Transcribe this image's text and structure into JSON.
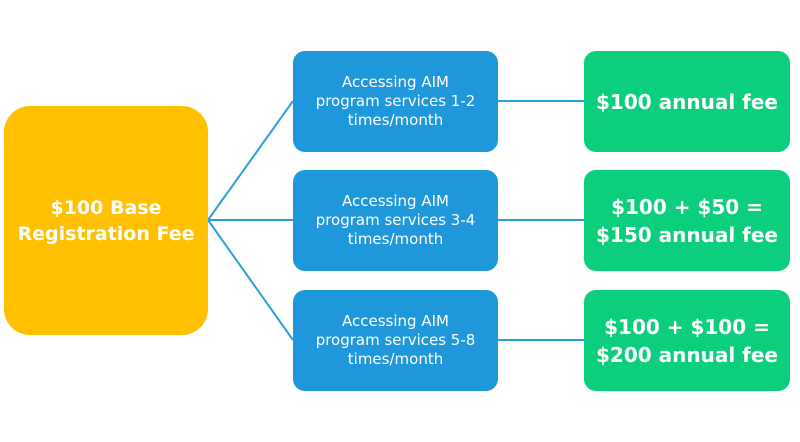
{
  "base": {
    "line1": "$100 Base",
    "line2": "Registration Fee"
  },
  "tiers": [
    {
      "line1": "Accessing AIM",
      "line2": "program services 1-2",
      "line3": "times/month",
      "fee_line1": "$100 annual fee",
      "fee_line2": ""
    },
    {
      "line1": "Accessing AIM",
      "line2": "program services 3-4",
      "line3": "times/month",
      "fee_line1": "$100 + $50 =",
      "fee_line2": "$150 annual fee"
    },
    {
      "line1": "Accessing AIM",
      "line2": "program services 5-8",
      "line3": "times/month",
      "fee_line1": "$100 + $100 =",
      "fee_line2": "$200 annual fee"
    }
  ],
  "colors": {
    "base": "#ffc000",
    "tier": "#1f97db",
    "fee": "#0ccf7e",
    "connector": "#2a9fd8"
  }
}
